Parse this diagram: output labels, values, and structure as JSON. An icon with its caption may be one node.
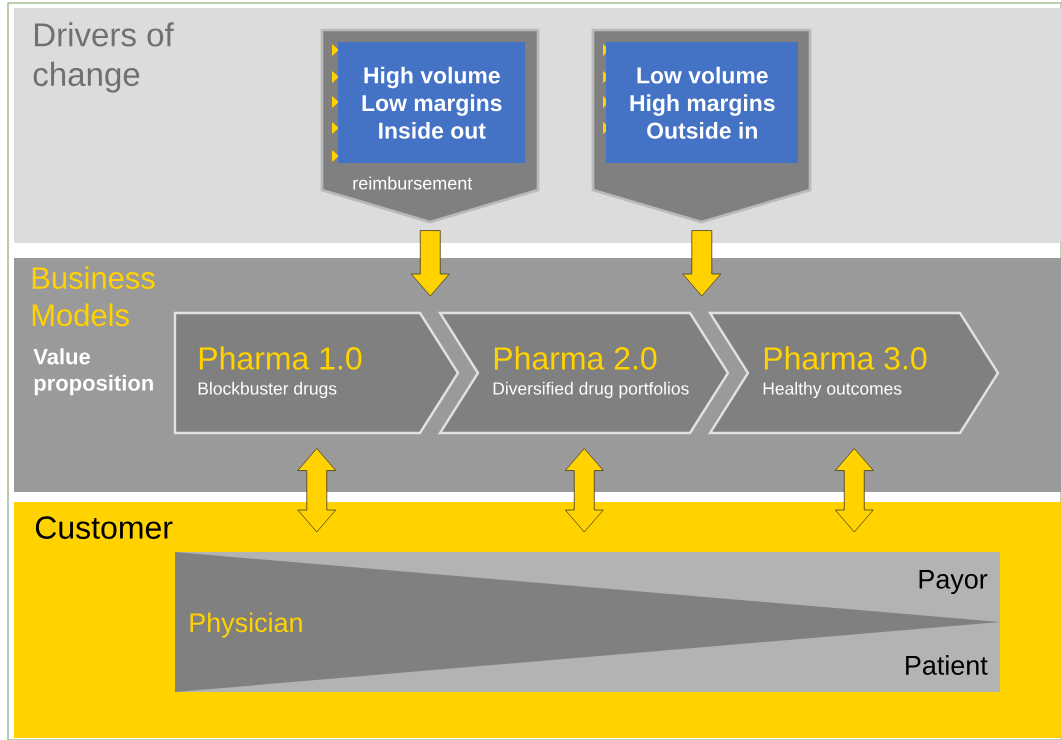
{
  "diagram": {
    "nodes": [
      {
        "text": [
          "Drivers of change"
        ]
      },
      {
        "text": [
          "reimbursement"
        ],
        "in": 0
      },
      {
        "text": [
          "High volume Low margins Inside out"
        ],
        "in": 1
      },
      {
        "text": [],
        "shape": "pentagon",
        "in": 0
      },
      {
        "text": [
          "Low volume High margins Outside in"
        ],
        "in": 3
      },
      {
        "text": [
          "Business Models",
          "Value proposition"
        ]
      },
      {
        "text": [
          "Pharma 1.0",
          "Blockbuster drugs"
        ],
        "in": 5
      },
      {
        "text": [
          "Pharma 2.0",
          "Diversified drug portfolios"
        ],
        "in": 5
      },
      {
        "text": [
          "Pharma 3.0",
          "Healthy outcomes"
        ],
        "in": 5
      },
      {
        "text": [
          "Customer"
        ]
      },
      {
        "text": [
          "Physician",
          "Payor",
          "Patient"
        ],
        "in": 9
      }
    ],
    "edges": [
      {
        "from": 1,
        "to": 5,
        "arrow": "to"
      },
      {
        "from": 3,
        "to": 5,
        "arrow": "to"
      },
      {
        "from": 6,
        "to": 10,
        "arrow": "both"
      },
      {
        "from": 7,
        "to": 10,
        "arrow": "both"
      },
      {
        "from": 8,
        "to": 10,
        "arrow": "both"
      }
    ]
  }
}
